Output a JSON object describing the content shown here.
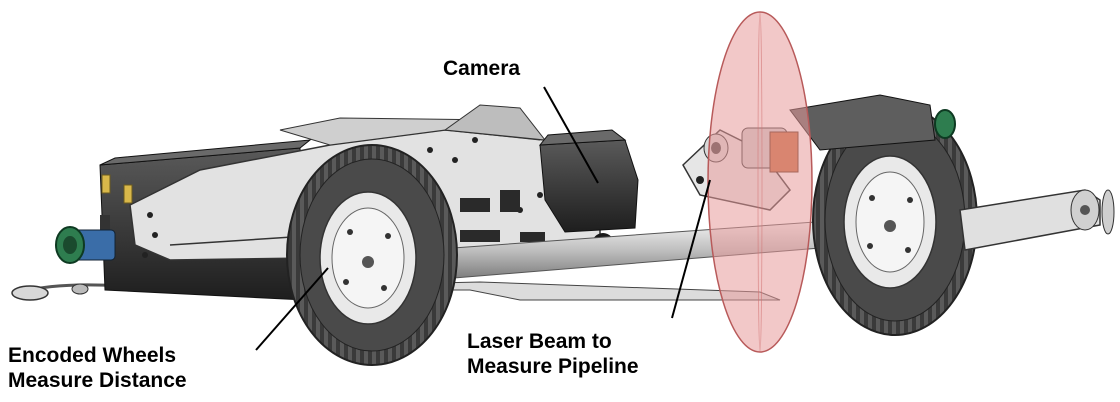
{
  "labels": {
    "camera": "Camera",
    "wheels": [
      "Encoded Wheels",
      "Measure Distance"
    ],
    "laser": [
      "Laser Beam to",
      "Measure Pipeline"
    ]
  },
  "colors": {
    "laser_disc": "#e89a9a",
    "tire": "#4a4a4a",
    "metal": "#c8c8c8",
    "body_dark": "#2e2e2e",
    "lens_green": "#2e7d4f",
    "copper": "#c86b3c"
  }
}
